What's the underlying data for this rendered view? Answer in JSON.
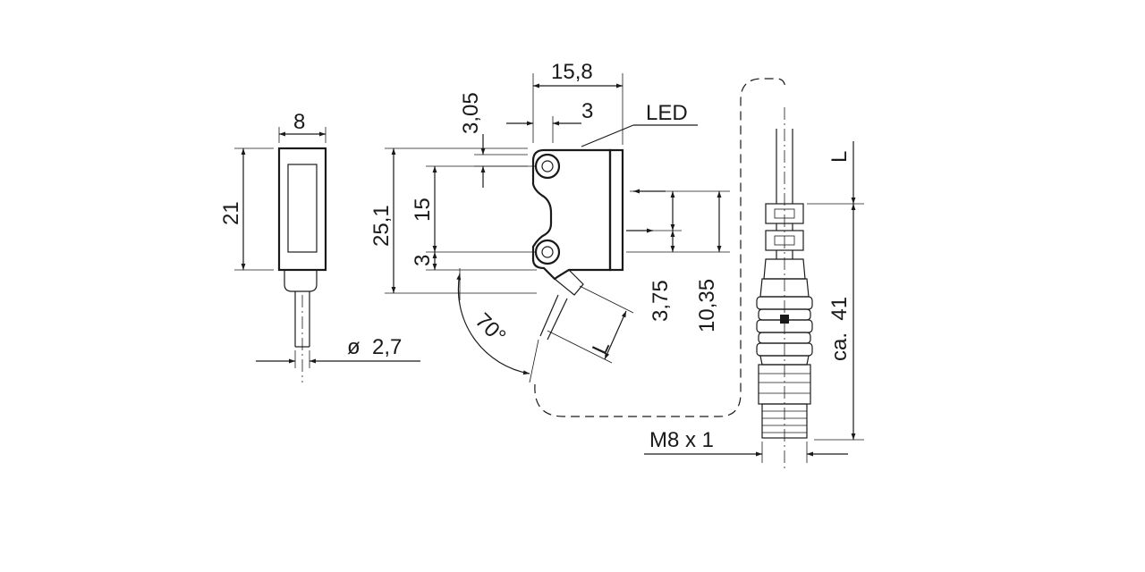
{
  "dimensions": {
    "front_width": "8",
    "front_height": "21",
    "cable_diameter": "ø  2,7",
    "top_width": "15,8",
    "lens_offset": "3",
    "hole_offset": "3,05",
    "led_label": "LED",
    "total_height": "25,1",
    "hole_spacing": "15",
    "bottom_offset": "3",
    "angle": "70°",
    "cable_length_left": "L",
    "optical_axis_a": "3,75",
    "optical_axis_b": "10,35",
    "cable_length_right": "L",
    "connector_length": "ca.  41",
    "thread": "M8 x 1"
  },
  "colors": {
    "ink": "#1a1a1a",
    "background": "#ffffff"
  }
}
